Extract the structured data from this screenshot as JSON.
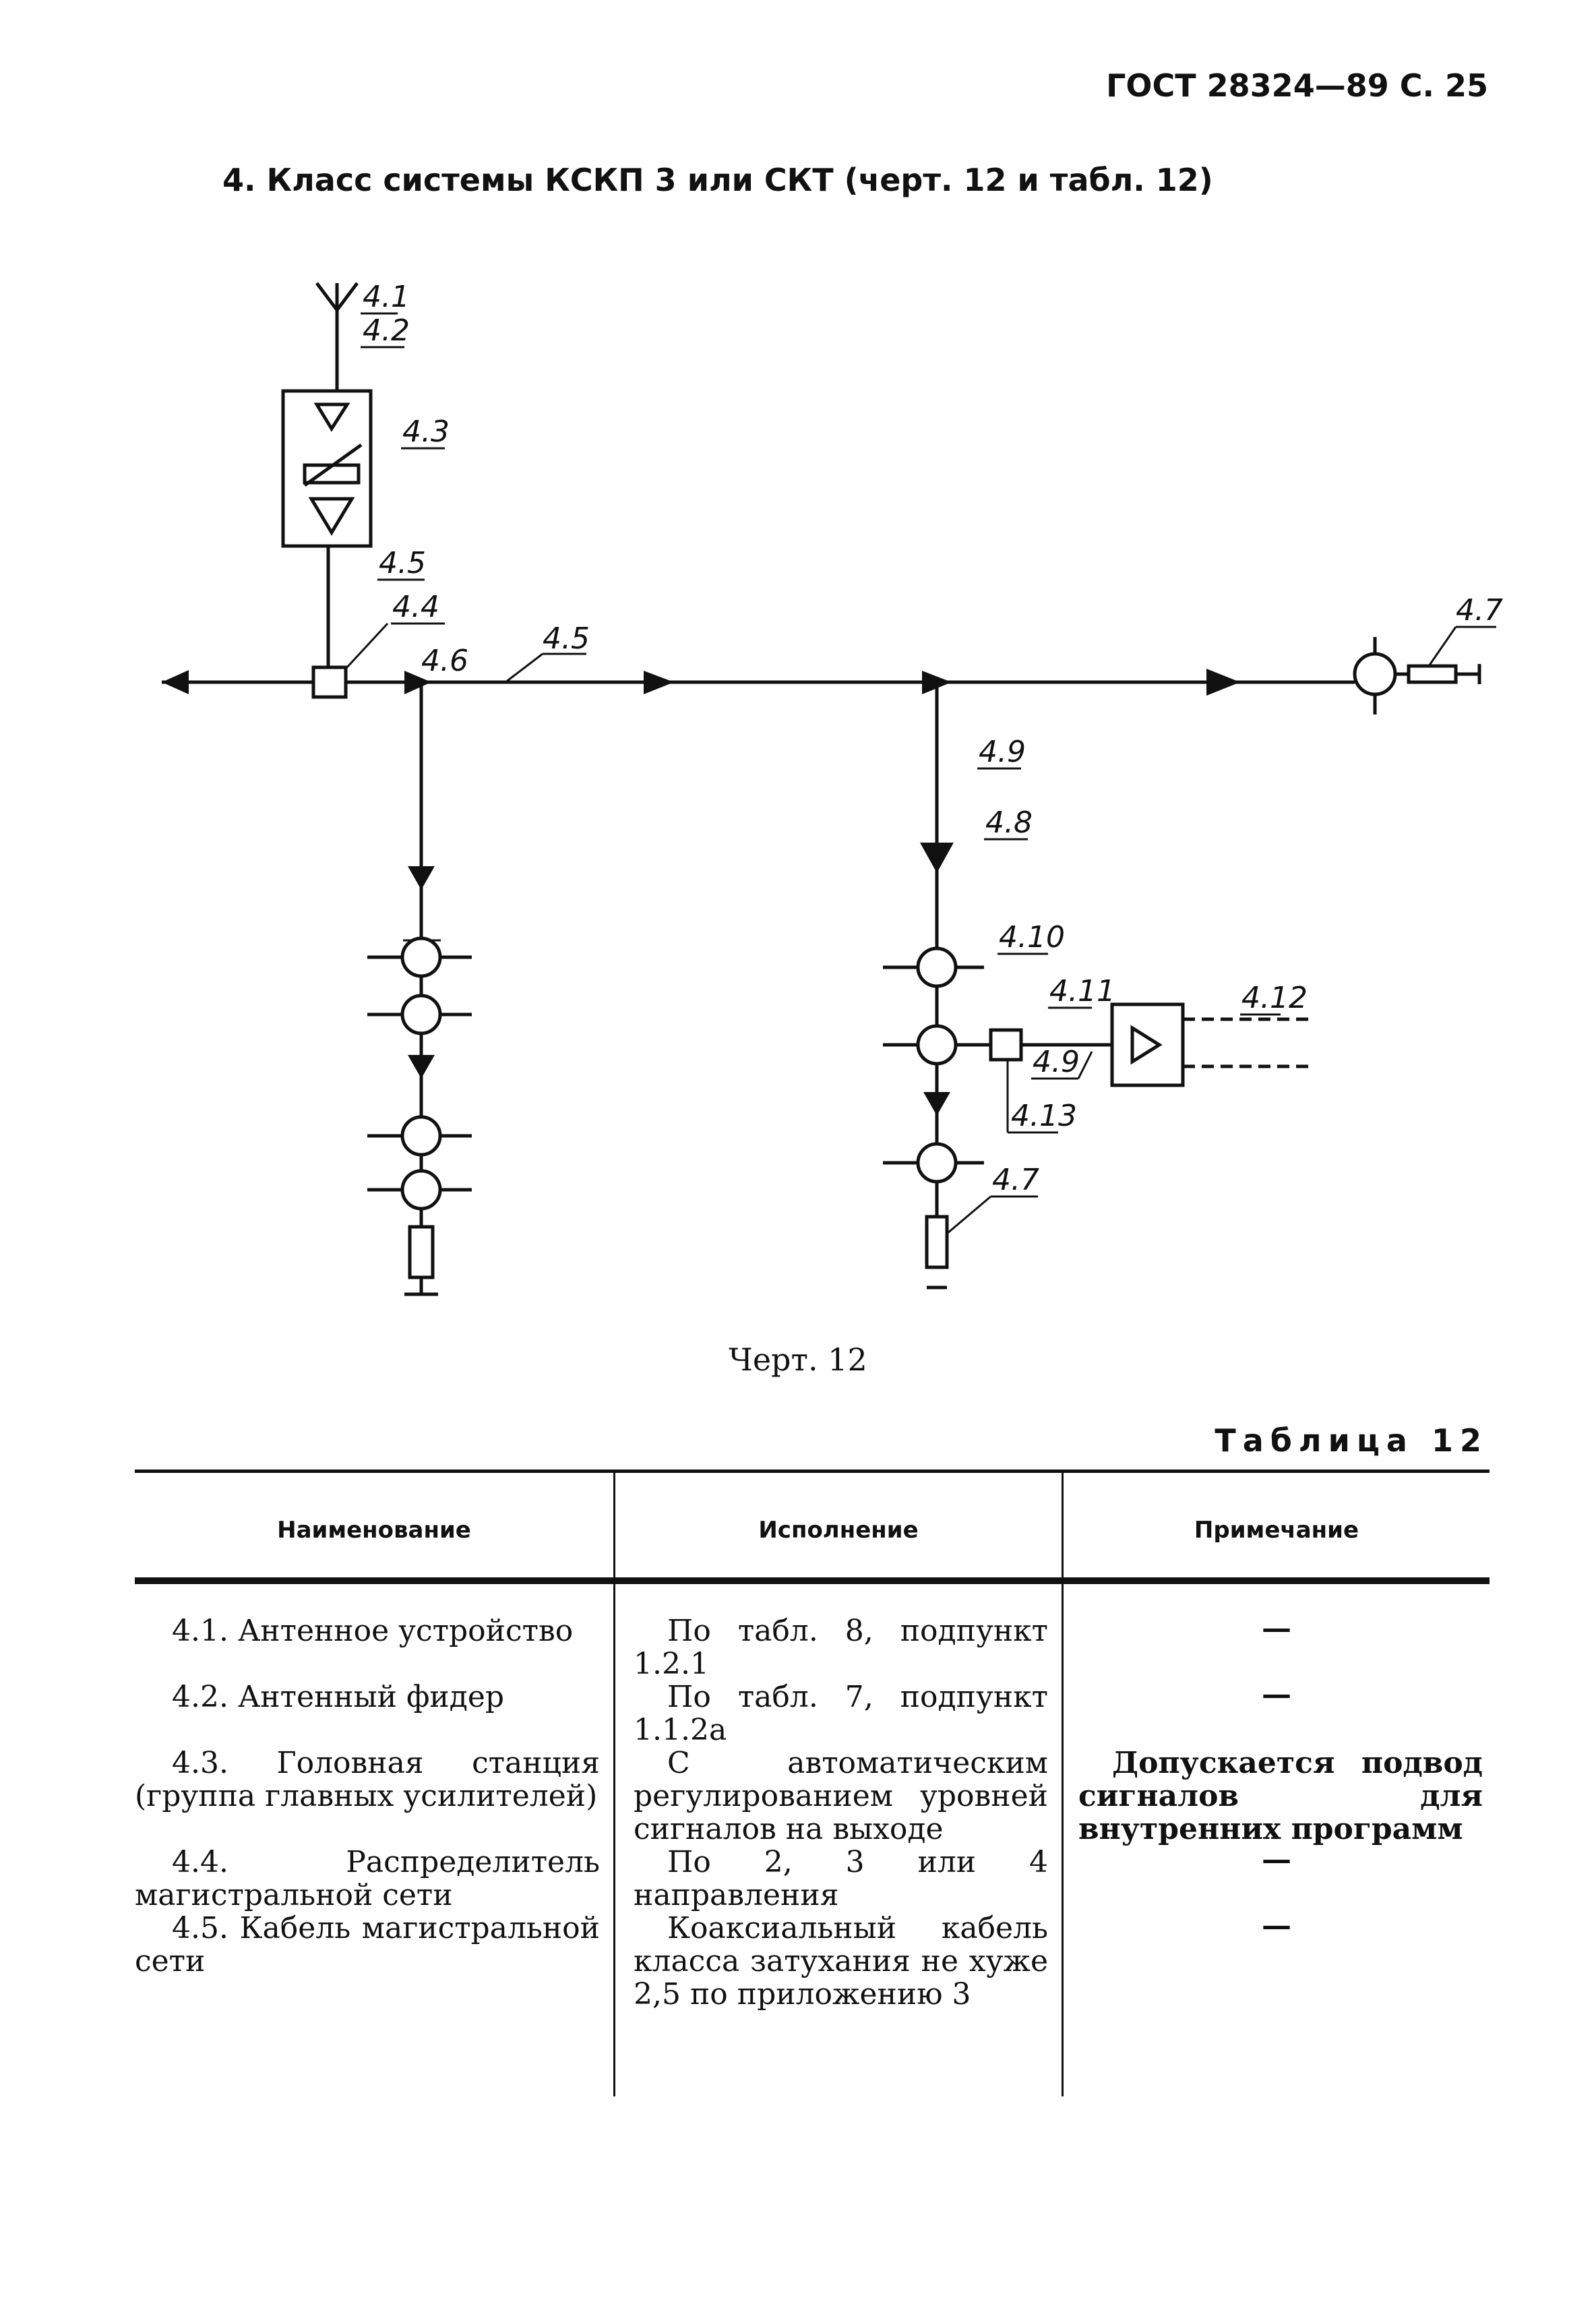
{
  "header": "ГОСТ 28324—89 С. 25",
  "section_title": "4. Класс системы КСКП 3 или СКТ (черт. 12 и табл. 12)",
  "figure": {
    "labels": {
      "l41": "4.1",
      "l42": "4.2",
      "l43": "4.3",
      "l45a": "4.5",
      "l44": "4.4",
      "l46": "4.6",
      "l45b": "4.5",
      "l47a": "4.7",
      "l49a": "4.9",
      "l48": "4.8",
      "l410": "4.10",
      "l411": "4.11",
      "l412": "4.12",
      "l49b": "4.9",
      "l413": "4.13",
      "l47b": "4.7"
    },
    "caption": "Черт. 12"
  },
  "table": {
    "caption": "Таблица 12",
    "headers": [
      "Наименование",
      "Исполнение",
      "Примечание"
    ],
    "rows": [
      {
        "name": "4.1. Антенное устройство",
        "exec": "По табл. 8, подпункт 1.2.1",
        "note": "—"
      },
      {
        "name": "4.2. Антенный фидер",
        "exec": "По табл. 7, подпункт 1.1.2а",
        "note": "—"
      },
      {
        "name": "4.3. Головная станция (группа главных усилителей)",
        "exec": "С автоматическим регулированием уровней сигналов на выходе",
        "note": "Допускается подвод сигналов для внутренних программ"
      },
      {
        "name": "4.4. Распределитель магистральной сети",
        "exec": "По 2, 3 или 4 направления",
        "note": "—"
      },
      {
        "name": "4.5. Кабель магистральной сети",
        "exec": "Коаксиальный кабель класса затухания не хуже 2,5 по приложению 3",
        "note": "—"
      }
    ]
  }
}
